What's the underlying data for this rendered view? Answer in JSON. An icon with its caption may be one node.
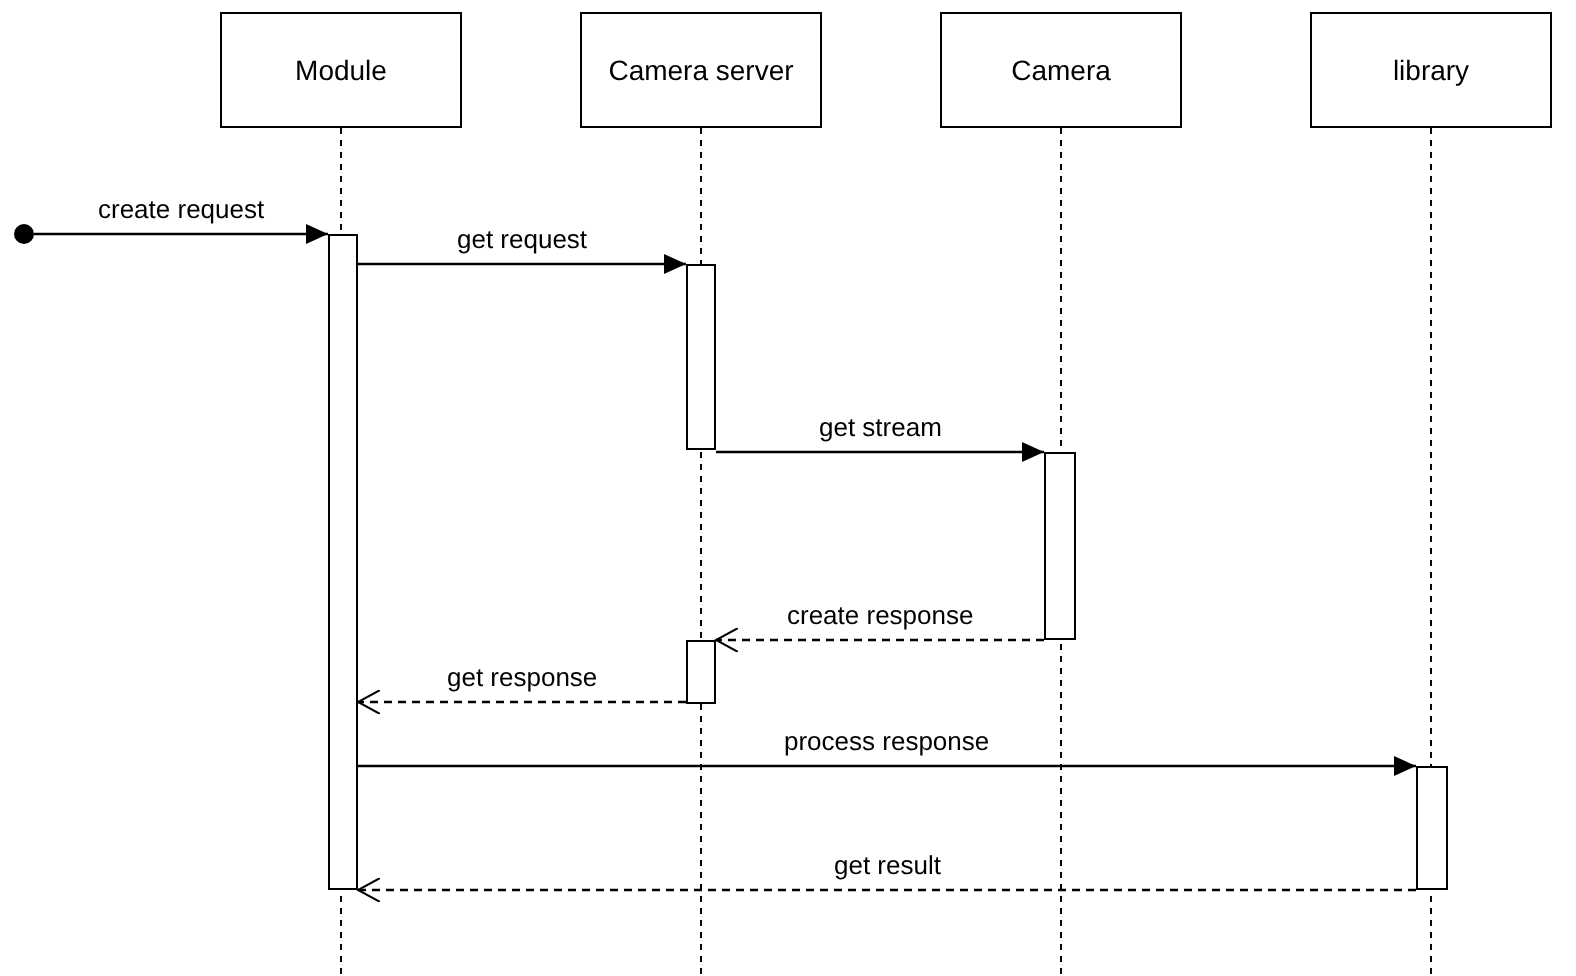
{
  "diagram": {
    "nodes": [
      {
        "text": [
          "Module"
        ]
      },
      {
        "text": [
          "Camera server"
        ]
      },
      {
        "text": [
          "Camera"
        ]
      },
      {
        "text": [
          "library"
        ]
      },
      {
        "text": [],
        "shape": "circle"
      },
      {
        "text": [],
        "shape": "bar"
      },
      {
        "text": [],
        "shape": "bar"
      },
      {
        "text": [],
        "shape": "bar"
      },
      {
        "text": [],
        "shape": "bar"
      },
      {
        "text": [],
        "shape": "bar"
      }
    ],
    "edges": [
      {
        "from": 4,
        "to": 5,
        "arrow": "to",
        "label": "create request"
      },
      {
        "from": 5,
        "to": 6,
        "arrow": "to",
        "label": "get request"
      },
      {
        "from": 6,
        "to": 7,
        "arrow": "to",
        "label": "get stream"
      },
      {
        "from": 7,
        "to": 8,
        "arrow": "to",
        "label": "create response",
        "style": "dashed"
      },
      {
        "from": 8,
        "to": 5,
        "arrow": "to",
        "label": "get response",
        "style": "dashed"
      },
      {
        "from": 5,
        "to": 9,
        "arrow": "to",
        "label": "process response"
      },
      {
        "from": 9,
        "to": 5,
        "arrow": "to",
        "label": "get result",
        "style": "dashed"
      }
    ]
  }
}
